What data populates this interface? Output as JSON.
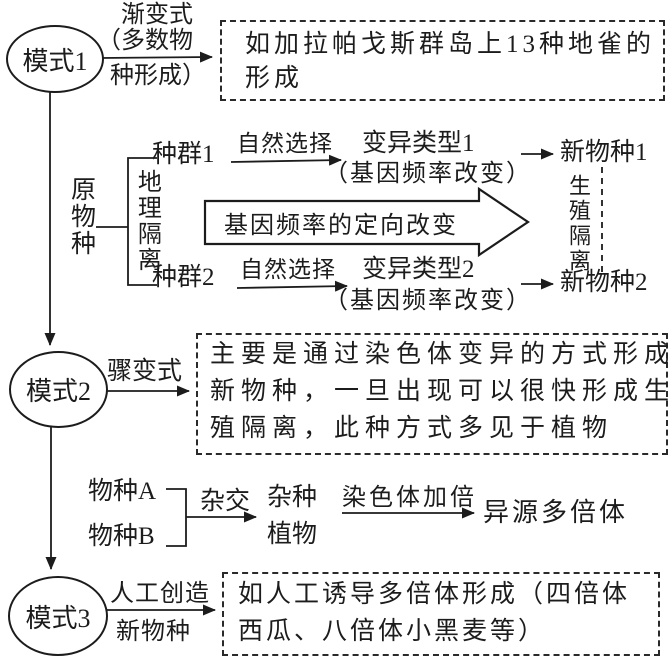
{
  "colors": {
    "ink": "#1c1c1c",
    "background": "#ffffff"
  },
  "mode1": {
    "node_label": "模式1",
    "edge_label_lines": [
      "渐变式",
      "（多数物",
      "种形成）"
    ],
    "example_box_lines": [
      "如加拉帕戈斯群岛上13种地雀的",
      "形成"
    ]
  },
  "geographic": {
    "original_species": "原物种",
    "geographic_isolation": "地理隔离",
    "population1": "种群1",
    "population2": "种群2",
    "natural_selection1": "自然选择",
    "natural_selection2": "自然选择",
    "variation_type1": "变异类型1",
    "variation_type1_note": "（基因频率改变）",
    "variation_type2": "变异类型2",
    "variation_type2_note": "（基因频率改变）",
    "directional_change_arrow": "基因频率的定向改变",
    "new_species1": "新物种1",
    "new_species2": "新物种2",
    "reproductive_isolation": "生殖隔离"
  },
  "mode2": {
    "node_label": "模式2",
    "edge_label": "骤变式",
    "description_box_lines": [
      "主要是通过染色体变异的方式形成",
      "新物种，一旦出现可以很快形成生",
      "殖隔离，此种方式多见于植物"
    ]
  },
  "hybrid": {
    "species_a": "物种A",
    "species_b": "物种B",
    "cross_label": "杂交",
    "hybrid_plant_lines": [
      "杂种",
      "植物"
    ],
    "chromosome_doubling": "染色体加倍",
    "allopolyploid": "异源多倍体"
  },
  "mode3": {
    "node_label": "模式3",
    "edge_label_lines": [
      "人工创造",
      "新物种"
    ],
    "example_box_lines": [
      "如人工诱导多倍体形成（四倍体",
      "西瓜、八倍体小黑麦等）"
    ]
  }
}
